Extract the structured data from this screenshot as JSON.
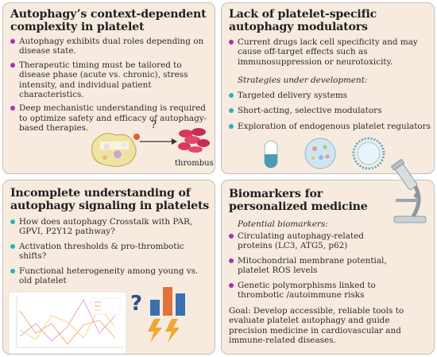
{
  "panel1": {
    "title": "Autophagy’s context-dependent complexity in platelet",
    "bullets": [
      "Autophagy exhibits dual roles depending on disease state.",
      "Therapeutic timing must be tailored to disease phase (acute vs. chronic), stress intensity, and individual patient characteristics.",
      "Deep mechanistic understanding is required to optimize safety and efficacy of autophagy-based therapies."
    ],
    "question_mark": "?",
    "thrombus_label": "thrombus"
  },
  "panel2": {
    "title": "Lack of platelet-specific autophagy modulators",
    "bullets": [
      "Current drugs lack cell specificity and may cause off-target effects such as immunosuppression or neurotoxicity."
    ],
    "subtitle": "Strategies under development:",
    "strategies": [
      "Targeted delivery systems",
      "Short-acting, selective modulators",
      "Exploration of endogenous platelet regulators"
    ]
  },
  "panel3": {
    "title": "Incomplete understanding of autophagy signaling in platelets",
    "bullets": [
      "How does autophagy Crosstalk with PAR, GPVI, P2Y12 pathway?",
      "Activation thresholds & pro-thrombotic shifts?",
      "Functional heterogeneity among young vs. old platelet"
    ],
    "question_mark": "?"
  },
  "panel4": {
    "title": "Biomarkers for personalized medicine",
    "subtitle": "Potential biomarkers:",
    "bullets": [
      "Circulating autophagy-related proteins (LC3, ATG5, p62)",
      "Mitochondrial membrane potential, platelet ROS levels",
      "Genetic polymorphisms linked to thrombotic /autoimmune risks"
    ],
    "goal": "Goal: Develop accessible, reliable tools to evaluate platelet autophagy and guide precision medicine in cardiovascular and immune-related diseases."
  },
  "colors": {
    "panel_bg": "#f7ebe0",
    "bullet_purple": "#b12cb8",
    "bullet_teal": "#29b3b8",
    "bar_blue": "#3a6fb0",
    "bar_orange": "#e0733a",
    "bolt": "#f2a630"
  }
}
